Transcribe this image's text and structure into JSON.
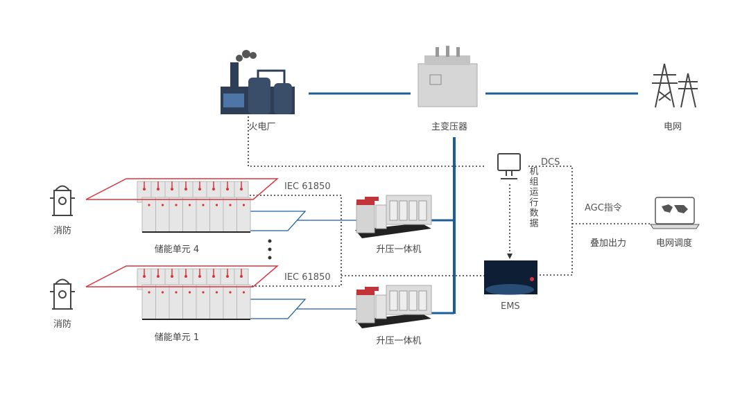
{
  "nodes": {
    "power_plant": "火电厂",
    "main_transformer": "主变压器",
    "grid": "电网",
    "dcs": "DCS",
    "unit_data": "机组运行数据",
    "ems": "EMS",
    "agc": "AGC指令",
    "superimposed_output": "叠加出力",
    "grid_dispatch": "电网调度",
    "fire_1": "消防",
    "fire_2": "消防",
    "storage_4": "储能单元 4",
    "storage_1": "储能单元 1",
    "iec_1": "IEC 61850",
    "iec_2": "IEC 61850",
    "boost_1": "升压一体机",
    "boost_2": "升压一体机"
  },
  "colors": {
    "power_line": "#1b5e9a",
    "bus": "#d9343c",
    "comm_line": "#333333"
  }
}
